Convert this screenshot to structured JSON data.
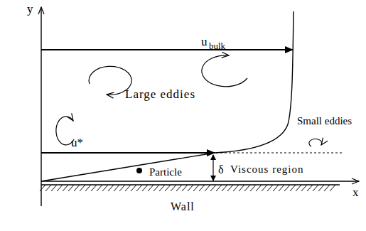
{
  "diagram": {
    "labels": [
      "y",
      "u",
      "bulk",
      "Large eddies",
      "u*",
      "Small eddies",
      "δ",
      "Viscous region",
      "Particle",
      "x",
      "Wall"
    ]
  }
}
